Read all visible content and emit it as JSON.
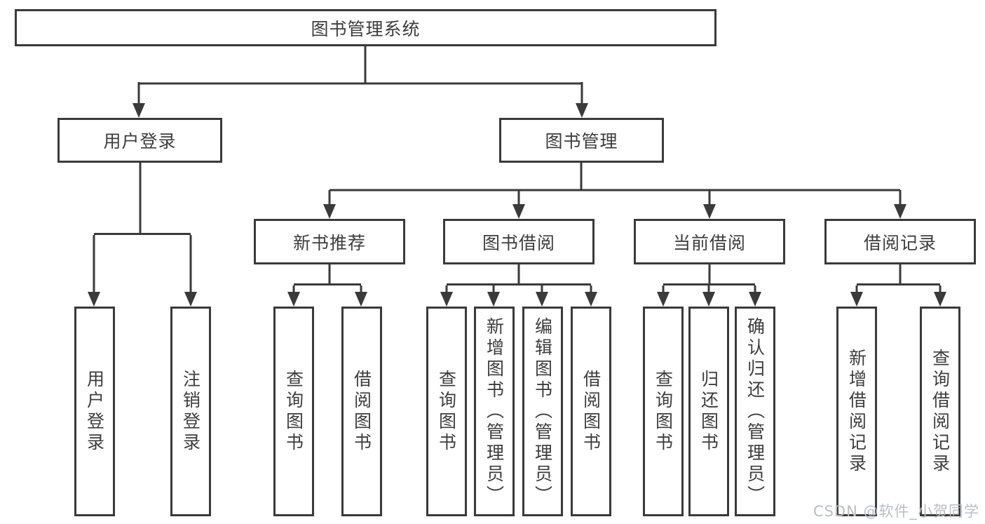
{
  "diagram": {
    "title": "图书管理系统",
    "root": {
      "label": "图书管理系统"
    },
    "level2": {
      "user_login": {
        "label": "用户登录"
      },
      "book_management": {
        "label": "图书管理"
      }
    },
    "level3": {
      "new_book_recommend": {
        "label": "新书推荐"
      },
      "book_borrow": {
        "label": "图书借阅"
      },
      "current_borrow": {
        "label": "当前借阅"
      },
      "borrow_record": {
        "label": "借阅记录"
      }
    },
    "leaves": {
      "user_login": [
        "用户登录",
        "注销登录"
      ],
      "new_book_recommend": [
        "查询图书",
        "借阅图书"
      ],
      "book_borrow": [
        "查询图书",
        "新增图书（管理员）",
        "编辑图书（管理员）",
        "借阅图书"
      ],
      "current_borrow": [
        "查询图书",
        "归还图书",
        "确认归还（管理员）"
      ],
      "borrow_record": [
        "新增借阅记录",
        "查询借阅记录"
      ]
    },
    "colors": {
      "line": "#3a3a3a",
      "text": "#3d3d3d",
      "watermark_text_color": "#b9bdc4",
      "background": "#ffffff"
    },
    "watermark": "CSDN @软件_小贺同学"
  }
}
